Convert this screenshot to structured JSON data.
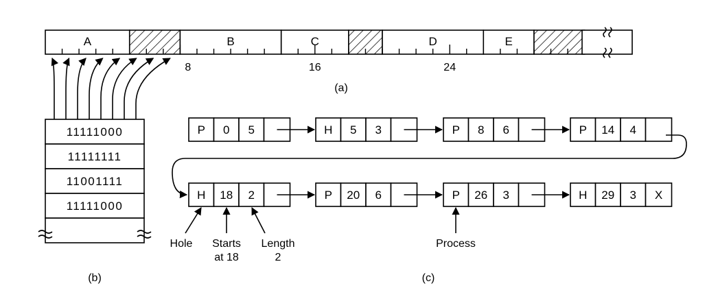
{
  "memory": {
    "segments": [
      {
        "label": "A",
        "kind": "process",
        "start": 0,
        "len": 5
      },
      {
        "label": "",
        "kind": "hole",
        "start": 5,
        "len": 3
      },
      {
        "label": "B",
        "kind": "process",
        "start": 8,
        "len": 6
      },
      {
        "label": "C",
        "kind": "process",
        "start": 14,
        "len": 4
      },
      {
        "label": "",
        "kind": "hole",
        "start": 18,
        "len": 2
      },
      {
        "label": "D",
        "kind": "process",
        "start": 20,
        "len": 6
      },
      {
        "label": "E",
        "kind": "process",
        "start": 26,
        "len": 3
      },
      {
        "label": "",
        "kind": "hole",
        "start": 29,
        "len": 3
      }
    ],
    "tick_labels": [
      {
        "unit": 8,
        "text": "8"
      },
      {
        "unit": 16,
        "text": "16"
      },
      {
        "unit": 24,
        "text": "24"
      }
    ],
    "caption": "(a)"
  },
  "bitmap": {
    "rows": [
      "11111000",
      "11111111",
      "11001111",
      "11111000"
    ],
    "caption": "(b)"
  },
  "list": {
    "row1": [
      {
        "type": "P",
        "start": "0",
        "len": "5",
        "ptr": ""
      },
      {
        "type": "H",
        "start": "5",
        "len": "3",
        "ptr": ""
      },
      {
        "type": "P",
        "start": "8",
        "len": "6",
        "ptr": ""
      },
      {
        "type": "P",
        "start": "14",
        "len": "4",
        "ptr": ""
      }
    ],
    "row2": [
      {
        "type": "H",
        "start": "18",
        "len": "2",
        "ptr": ""
      },
      {
        "type": "P",
        "start": "20",
        "len": "6",
        "ptr": ""
      },
      {
        "type": "P",
        "start": "26",
        "len": "3",
        "ptr": ""
      },
      {
        "type": "H",
        "start": "29",
        "len": "3",
        "ptr": "X"
      }
    ],
    "annotations": {
      "hole": "Hole",
      "starts_line1": "Starts",
      "starts_line2": "at 18",
      "length_line1": "Length",
      "length_line2": "2",
      "process": "Process"
    },
    "caption": "(c)"
  }
}
